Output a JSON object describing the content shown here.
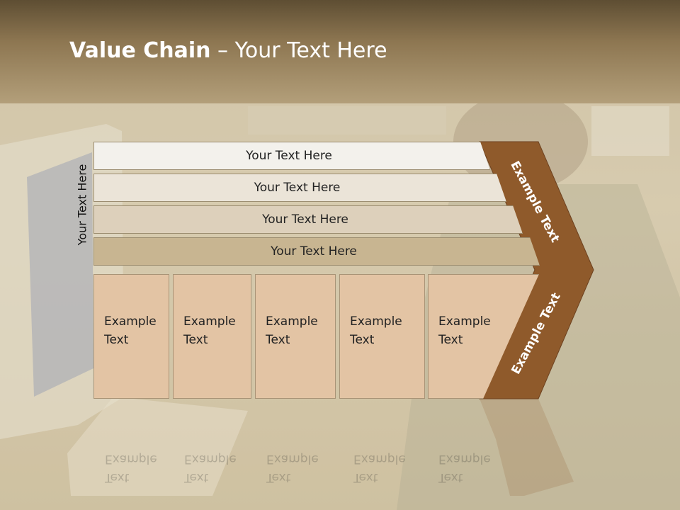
{
  "title": {
    "bold": "Value Chain",
    "rest": " – Your Text Here"
  },
  "vertical_label": "Your Text Here",
  "bars": [
    {
      "label": "Your Text Here"
    },
    {
      "label": "Your Text Here"
    },
    {
      "label": "Your Text Here"
    },
    {
      "label": "Your Text Here"
    }
  ],
  "boxes": [
    {
      "line1": "Example",
      "line2": "Text"
    },
    {
      "line1": "Example",
      "line2": "Text"
    },
    {
      "line1": "Example",
      "line2": "Text"
    },
    {
      "line1": "Example",
      "line2": "Text"
    },
    {
      "line1": "Example",
      "line2": "Text"
    }
  ],
  "chevron": {
    "top_label": "Example Text",
    "bottom_label": "Example Text",
    "color": "#8f5a2b"
  },
  "colors": {
    "header_dark": "#5e4e33",
    "header_light": "#b39f7a",
    "box_fill": "#e3c4a4"
  }
}
